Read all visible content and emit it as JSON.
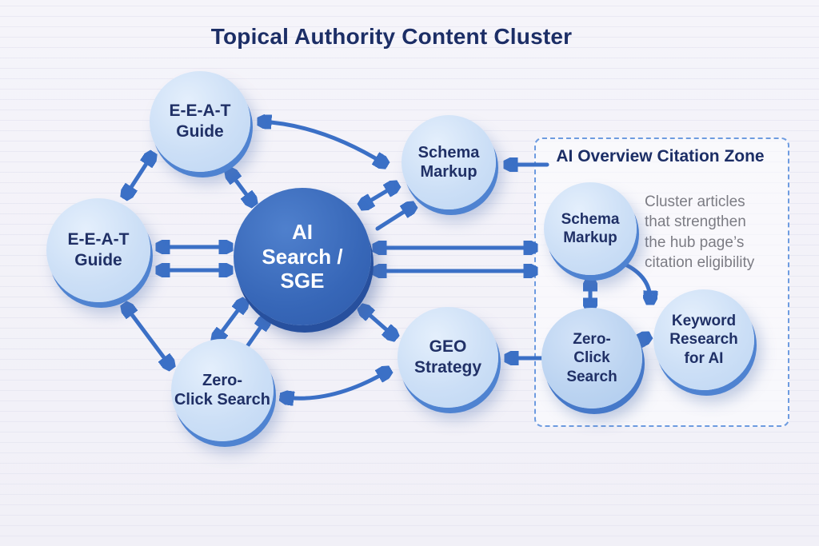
{
  "title": "Topical Authority Content Cluster",
  "nodes": {
    "eeat_top": {
      "label": "E-E-A-T\nGuide"
    },
    "eeat_left": {
      "label": "E-E-A-T\nGuide"
    },
    "zero_click": {
      "label": "Zero-\nClick Search"
    },
    "center": {
      "label": "AI\nSearch /\nSGE"
    },
    "schema_top": {
      "label": "Schema\nMarkup"
    },
    "geo": {
      "label": "GEO\nStrategy"
    },
    "zone_schema": {
      "label": "Schema\nMarkup"
    },
    "zone_zero": {
      "label": "Zero-\nClick\nSearch"
    },
    "keyword": {
      "label": "Keyword\nResearch\nfor AI"
    }
  },
  "zone": {
    "title": "AI Overview Citation Zone",
    "annotation": "Cluster articles\nthat strengthen\nthe hub page’s\ncitation eligibility"
  },
  "colors": {
    "arrow": "#3b70c6",
    "node_fill_light": "#cfe0f5",
    "center_fill": "#3a6abc",
    "heading_text": "#1c2e66",
    "annotation_text": "#7c7c84",
    "zone_border": "#6d9be0"
  }
}
